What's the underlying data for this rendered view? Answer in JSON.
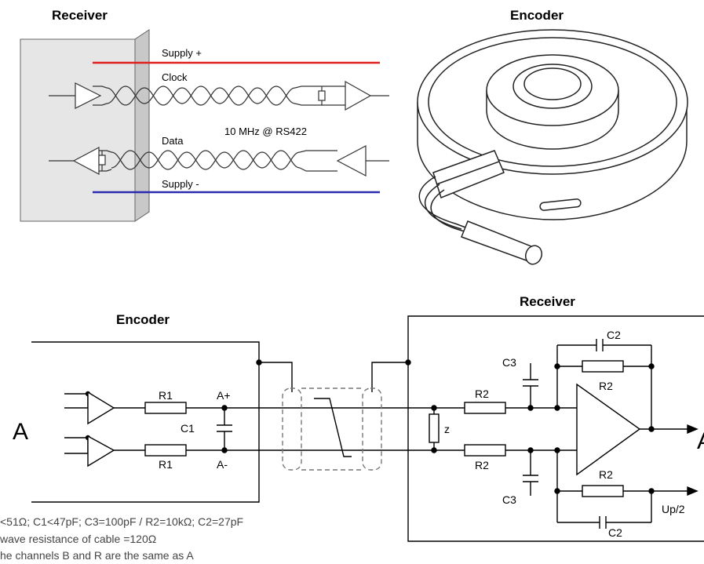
{
  "top_left": {
    "title": "Receiver",
    "supply_plus": "Supply +",
    "clock": "Clock",
    "freq": "10 MHz @ RS422",
    "data": "Data",
    "supply_minus": "Supply -"
  },
  "top_right": {
    "title": "Encoder"
  },
  "bottom": {
    "encoder_title": "Encoder",
    "receiver_title": "Receiver",
    "input_label": "A",
    "output_label": "A",
    "r1_top": "R1",
    "r1_bottom": "R1",
    "a_plus": "A+",
    "a_minus": "A-",
    "c1": "C1",
    "z": "z",
    "r2_top": "R2",
    "r2_bottom": "R2",
    "c3_top": "C3",
    "c3_bottom": "C3",
    "c2_top": "C2",
    "r2_fb_top": "R2",
    "r2_fb_bottom": "R2",
    "c2_bottom": "C2",
    "up2": "Up/2"
  },
  "notes": {
    "line1": "<51Ω;  C1<47pF;  C3=100pF  /  R2=10kΩ;  C2=27pF",
    "line2": "wave resistance of cable =120Ω",
    "line3": "he channels B and R are the same as A"
  }
}
